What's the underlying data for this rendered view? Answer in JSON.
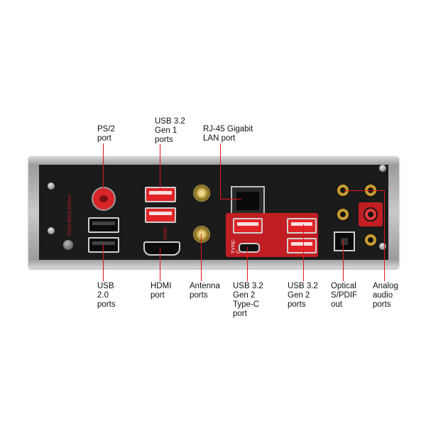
{
  "labels": {
    "ps2": "PS/2\nport",
    "usb_gen1": "USB 3.2\nGen 1\nports",
    "rj45": "RJ-45 Gigabit\nLAN port",
    "usb20": "USB\n2.0\nports",
    "hdmi": "HDMI\nport",
    "antenna": "Antenna\nports",
    "usb_typec": "USB 3.2\nGen 2\nType-C\nport",
    "usb_gen2": "USB 3.2\nGen 2\nports",
    "optical": "Optical\nS/PDIF\nout",
    "audio": "Analog\naudio\nports"
  },
  "panel_text": {
    "flash_bios": "Flash BIOS Button",
    "hdmi_print": "HDMI",
    "typec_print": "TYPE-C"
  },
  "colors": {
    "leader": "#e0151b",
    "panel": "#1b1b1b",
    "accent_red": "#c01e22"
  }
}
